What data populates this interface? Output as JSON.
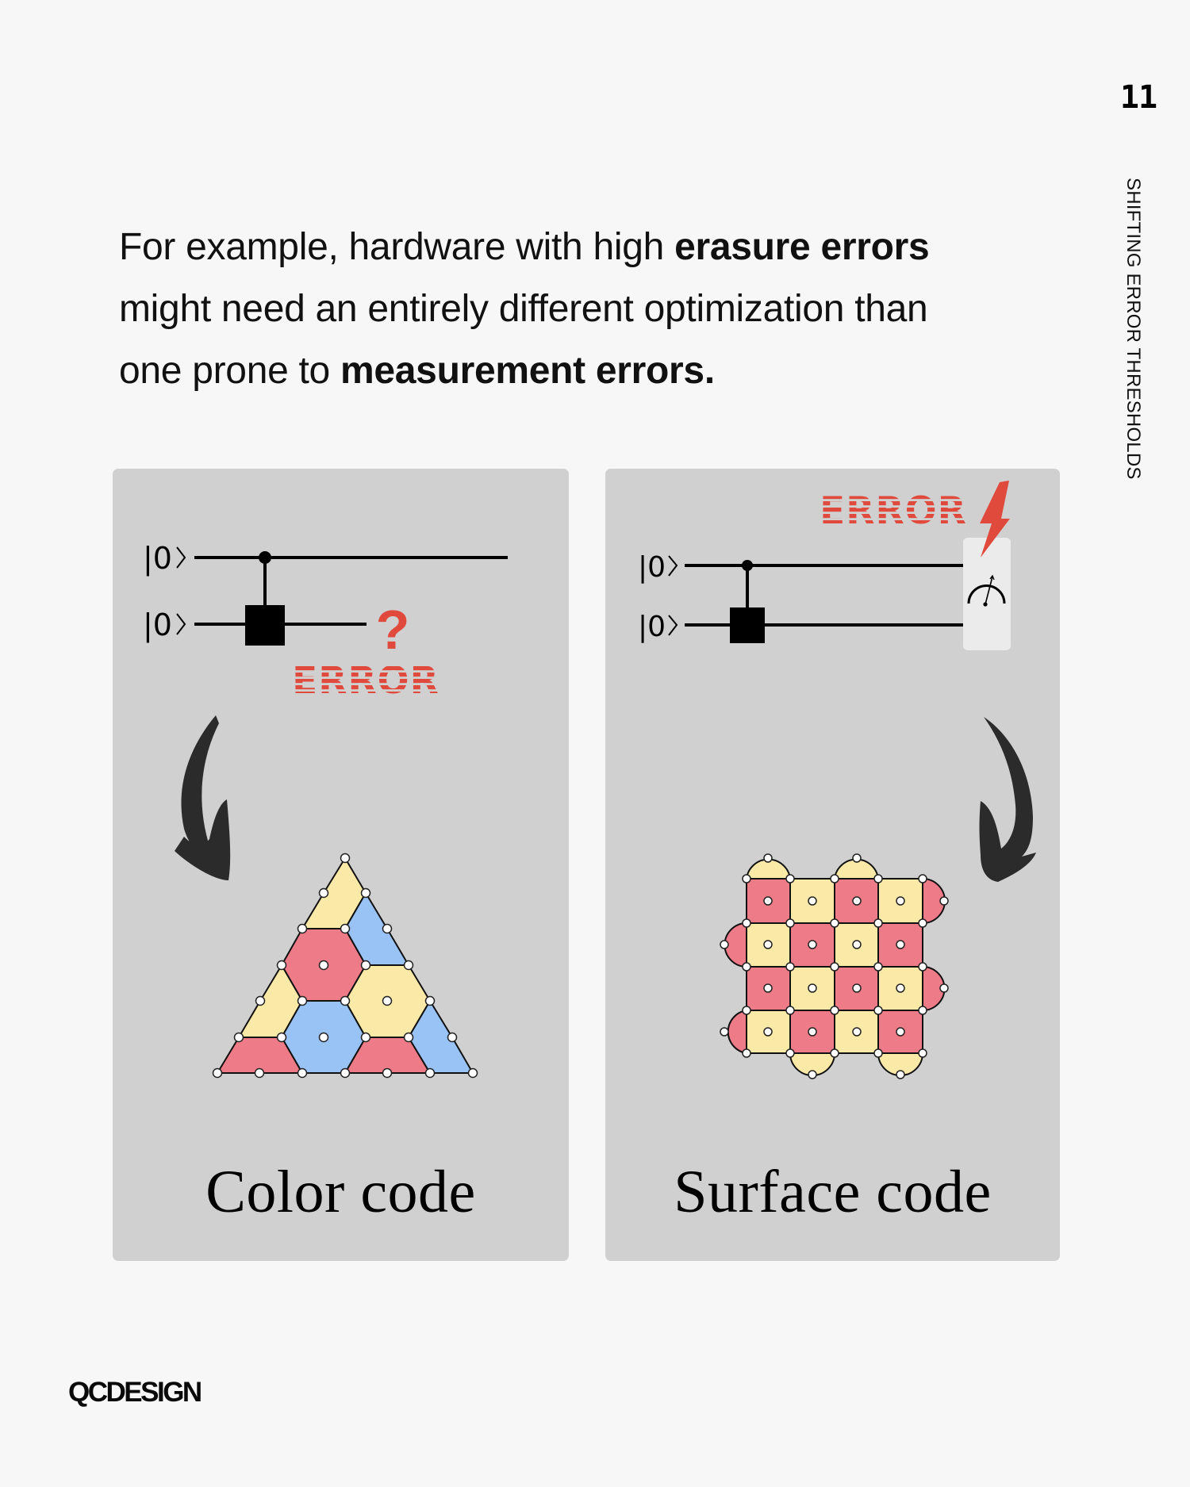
{
  "page": {
    "number": "11",
    "section_title": "SHIFTING ERROR THRESHOLDS",
    "background": "#F7F7F7"
  },
  "lead": {
    "segments": [
      {
        "text": "For example, hardware with high ",
        "bold": false
      },
      {
        "text": "erasure errors",
        "bold": true
      },
      {
        "text": " might need an entirely different optimization than one prone to ",
        "bold": false
      },
      {
        "text": "measurement errors.",
        "bold": true
      }
    ],
    "line1_plain": "For example, hardware with high ",
    "line1_bold": "erasure errors",
    "line2_plain": "might need an entirely different optimization than",
    "line3_plain": "one prone to ",
    "line3_bold": "measurement errors."
  },
  "panels": [
    {
      "id": "color-code",
      "label": "Color code",
      "circuit": {
        "inputs": [
          "|0⟩",
          "|0⟩"
        ],
        "gate": "controlled-gate",
        "error_marker": "?",
        "error_label": "ERROR",
        "error_type": "erasure"
      },
      "diagram": "triangular-color-code-lattice"
    },
    {
      "id": "surface-code",
      "label": "Surface code",
      "circuit": {
        "inputs": [
          "|0⟩",
          "|0⟩"
        ],
        "gate": "controlled-gate",
        "measurement": "meter-icon",
        "error_marker": "lightning-icon",
        "error_label": "ERROR",
        "error_type": "measurement"
      },
      "diagram": "4x4-rotated-surface-code-lattice"
    }
  ],
  "colors": {
    "panel_bg": "#D0D0D0",
    "error_red": "#E04A3C",
    "tile_red": "#EE7B88",
    "tile_blue": "#99C2F5",
    "tile_yellow": "#FBE9A7",
    "arrow": "#2B2B2B",
    "meter_box": "#EBEBEB"
  },
  "footer": {
    "logo": "QCDESIGN"
  }
}
